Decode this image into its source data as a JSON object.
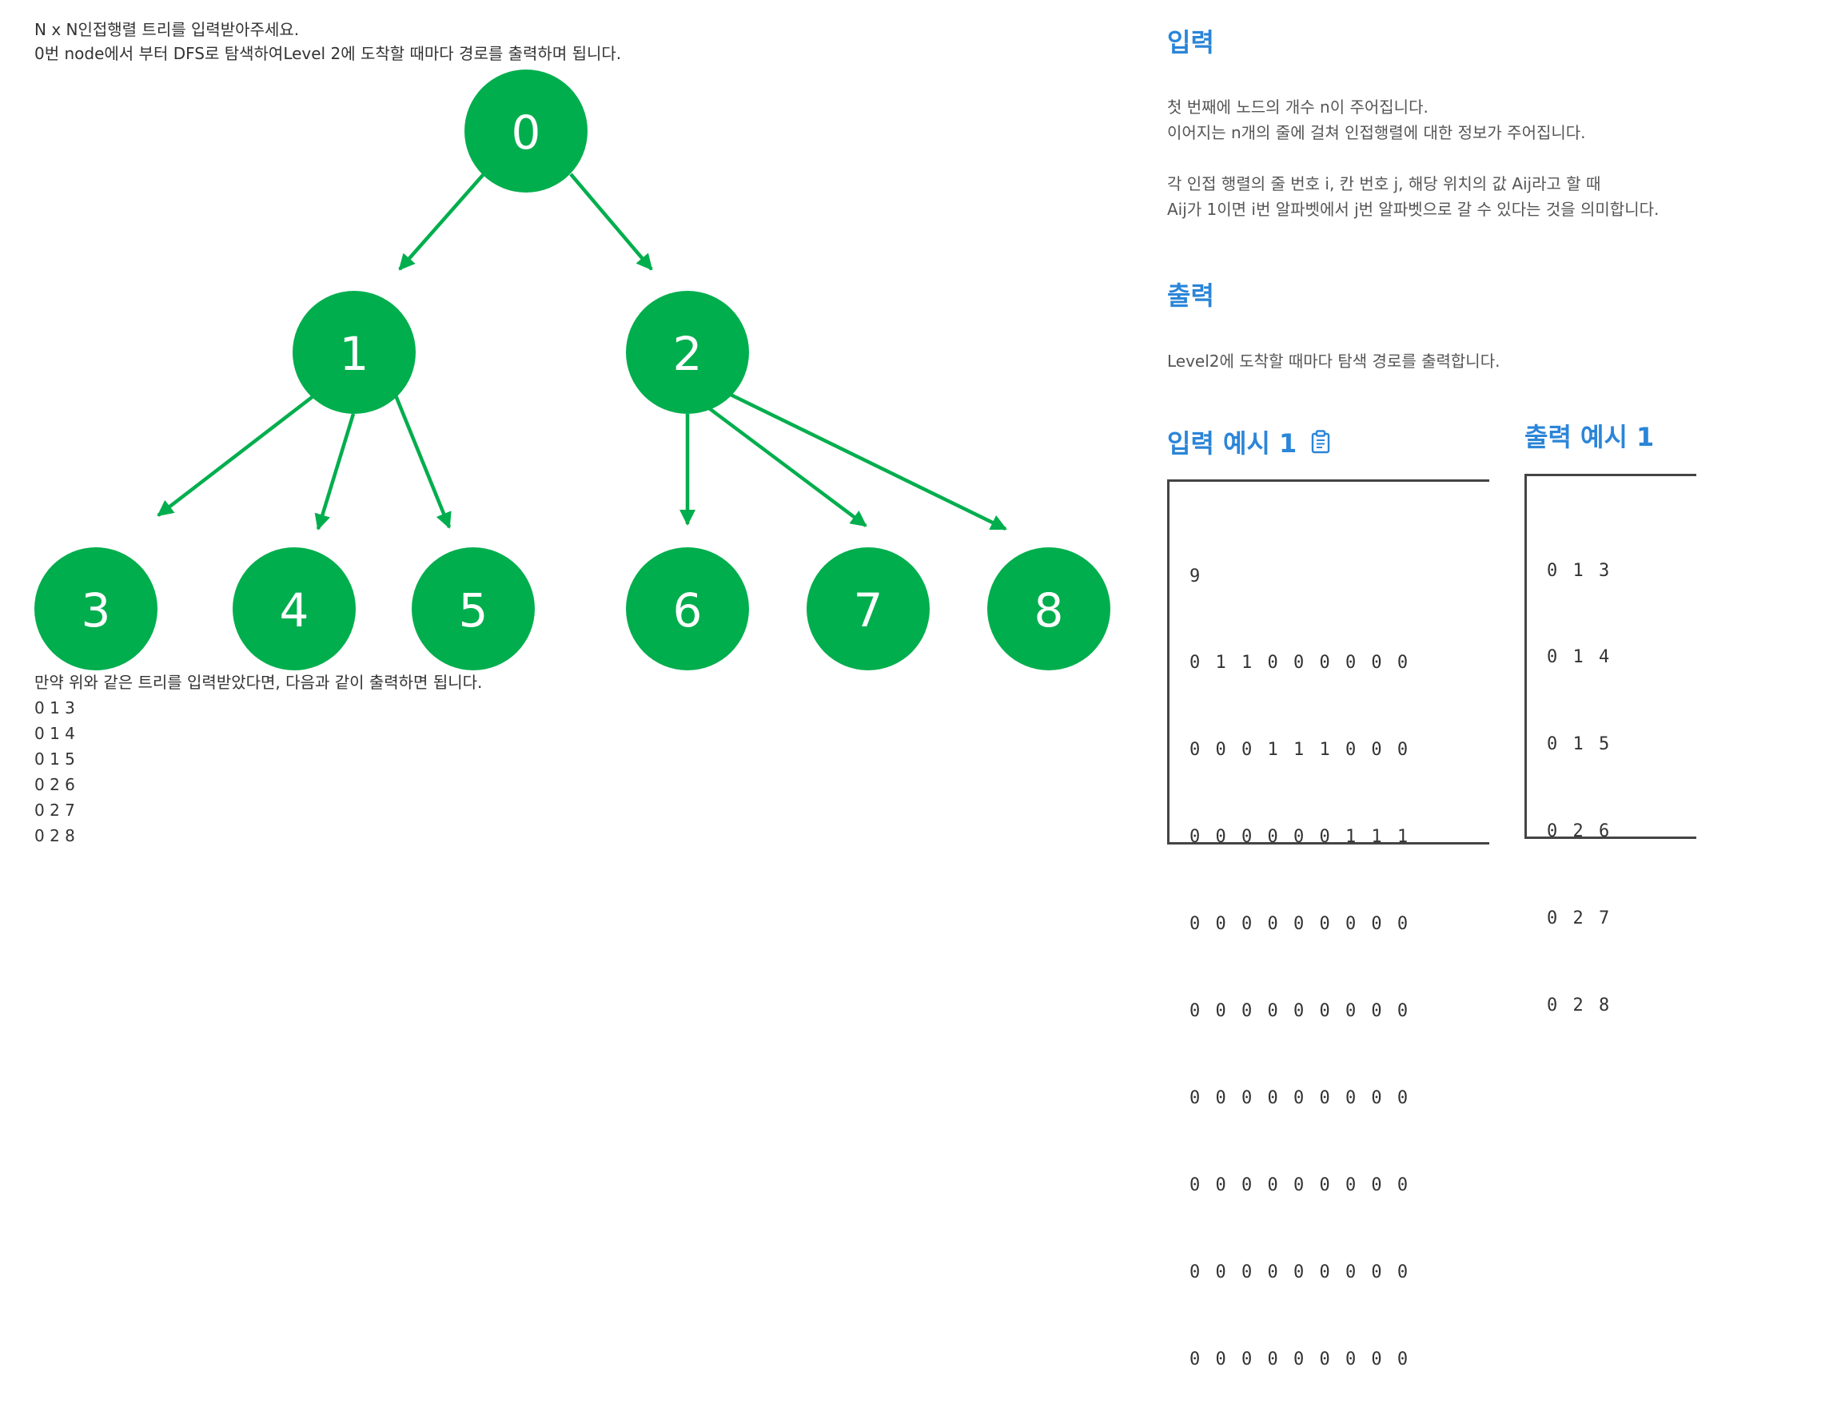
{
  "problem": {
    "intro_line1": "N x N인접행렬 트리를 입력받아주세요.",
    "intro_line2": "0번 node에서 부터 DFS로 탐색하여Level 2에 도착할 때마다 경로를 출력하며 됩니다.",
    "bottom_text": "만약 위와 같은 트리를 입력받았다면, 다음과 같이 출력하면 됩니다.",
    "bottom_outputs": [
      "0 1 3",
      "0 1 4",
      "0 1 5",
      "0 2 6",
      "0 2 7",
      "0 2 8"
    ]
  },
  "tree": {
    "node_color": "#00ae4d",
    "edge_color": "#00ae4d",
    "nodes": [
      {
        "id": "0",
        "label": "0"
      },
      {
        "id": "1",
        "label": "1"
      },
      {
        "id": "2",
        "label": "2"
      },
      {
        "id": "3",
        "label": "3"
      },
      {
        "id": "4",
        "label": "4"
      },
      {
        "id": "5",
        "label": "5"
      },
      {
        "id": "6",
        "label": "6"
      },
      {
        "id": "7",
        "label": "7"
      },
      {
        "id": "8",
        "label": "8"
      }
    ],
    "edges": [
      [
        "0",
        "1"
      ],
      [
        "0",
        "2"
      ],
      [
        "1",
        "3"
      ],
      [
        "1",
        "4"
      ],
      [
        "1",
        "5"
      ],
      [
        "2",
        "6"
      ],
      [
        "2",
        "7"
      ],
      [
        "2",
        "8"
      ]
    ]
  },
  "input_section": {
    "title": "입력",
    "lines": [
      "첫 번째에 노드의 개수 n이 주어집니다.",
      "이어지는 n개의 줄에 걸쳐 인접행렬에 대한 정보가 주어집니다.",
      "",
      "각 인접 행렬의 줄 번호 i, 칸 번호 j, 해당 위치의 값 Aij라고 할 때",
      "Aij가 1이면 i번 알파벳에서 j번 알파벳으로 갈 수 있다는 것을 의미합니다."
    ]
  },
  "output_section": {
    "title": "출력",
    "text": "Level2에 도착할 때마다 탐색 경로를 출력합니다."
  },
  "input_example": {
    "title": "입력 예시 1",
    "copy_icon": "clipboard-icon",
    "lines": [
      "9",
      "0 1 1 0 0 0 0 0 0",
      "0 0 0 1 1 1 0 0 0",
      "0 0 0 0 0 0 1 1 1",
      "0 0 0 0 0 0 0 0 0",
      "0 0 0 0 0 0 0 0 0",
      "0 0 0 0 0 0 0 0 0",
      "0 0 0 0 0 0 0 0 0",
      "0 0 0 0 0 0 0 0 0",
      "0 0 0 0 0 0 0 0 0"
    ]
  },
  "output_example": {
    "title": "출력 예시 1",
    "lines": [
      "0 1 3",
      "0 1 4",
      "0 1 5",
      "0 2 6",
      "0 2 7",
      "0 2 8"
    ]
  },
  "colors": {
    "accent_blue": "#2b85d8",
    "text": "#333333",
    "box_border": "#444444"
  }
}
